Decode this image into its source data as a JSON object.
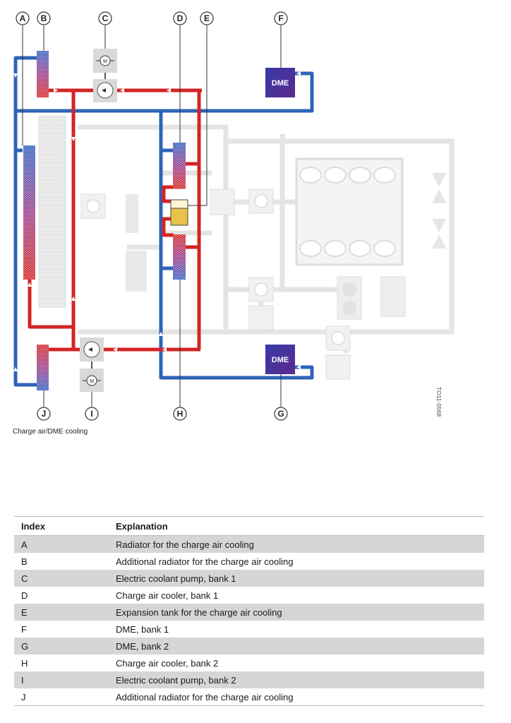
{
  "diagram": {
    "labels": [
      "A",
      "B",
      "C",
      "D",
      "E",
      "F",
      "G",
      "H",
      "I",
      "J"
    ],
    "dme_top": "DME",
    "dme_bottom": "DME",
    "pump_motor_symbol": "M",
    "caption": "Charge air/DME cooling",
    "image_code": "TO11-0568",
    "colors": {
      "hot_line": "#d42424",
      "cold_line": "#2f63b8",
      "transition_line": "#7b3fa8",
      "inactive": "#e3e3e3",
      "dme_box": "#3a3aa0"
    }
  },
  "legend": {
    "headers": {
      "index": "Index",
      "explanation": "Explanation"
    },
    "rows": [
      {
        "index": "A",
        "explanation": "Radiator for the charge air cooling"
      },
      {
        "index": "B",
        "explanation": "Additional radiator for the charge air cooling"
      },
      {
        "index": "C",
        "explanation": "Electric coolant pump, bank 1"
      },
      {
        "index": "D",
        "explanation": "Charge air cooler, bank 1"
      },
      {
        "index": "E",
        "explanation": "Expansion tank for the charge air cooling"
      },
      {
        "index": "F",
        "explanation": "DME, bank 1"
      },
      {
        "index": "G",
        "explanation": "DME, bank 2"
      },
      {
        "index": "H",
        "explanation": "Charge air cooler, bank 2"
      },
      {
        "index": "I",
        "explanation": "Electric coolant pump, bank 2"
      },
      {
        "index": "J",
        "explanation": "Additional radiator for the charge air cooling"
      }
    ]
  }
}
